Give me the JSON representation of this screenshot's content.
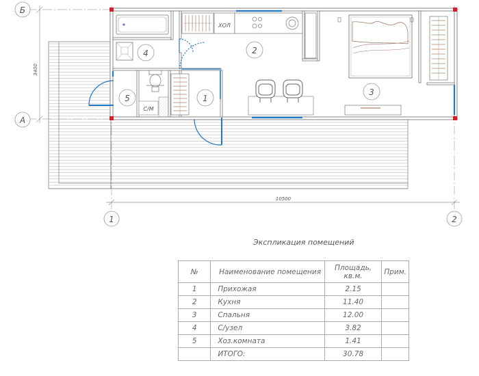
{
  "axes": {
    "row_b": "Б",
    "row_a": "А",
    "col_1": "1",
    "col_2": "2"
  },
  "dimensions": {
    "width_label": "10500",
    "height_label": "3400"
  },
  "rooms": [
    {
      "number": "1"
    },
    {
      "number": "2"
    },
    {
      "number": "3"
    },
    {
      "number": "4"
    },
    {
      "number": "5"
    }
  ],
  "fixtures": {
    "fridge_label": "ХОЛ",
    "storage_label": "С/М"
  },
  "explication": {
    "title": "Экспликация помещений",
    "headers": {
      "num": "№",
      "name": "Наименование помещения",
      "area": "Площадь, кв.м.",
      "note": "Прим."
    },
    "rows": [
      {
        "num": "1",
        "name": "Прихожая",
        "area": "2.15",
        "note": ""
      },
      {
        "num": "2",
        "name": "Кухня",
        "area": "11.40",
        "note": ""
      },
      {
        "num": "3",
        "name": "Спальня",
        "area": "12.00",
        "note": ""
      },
      {
        "num": "4",
        "name": "С/узел",
        "area": "3.82",
        "note": ""
      },
      {
        "num": "5",
        "name": "Хоз.комната",
        "area": "1.41",
        "note": ""
      }
    ],
    "total": {
      "num": "",
      "name": "ИТОГО:",
      "area": "30.78",
      "note": ""
    }
  },
  "colors": {
    "wall": "#777777",
    "window": "#1e78c8",
    "column": "#d0202a",
    "line": "#999999"
  }
}
